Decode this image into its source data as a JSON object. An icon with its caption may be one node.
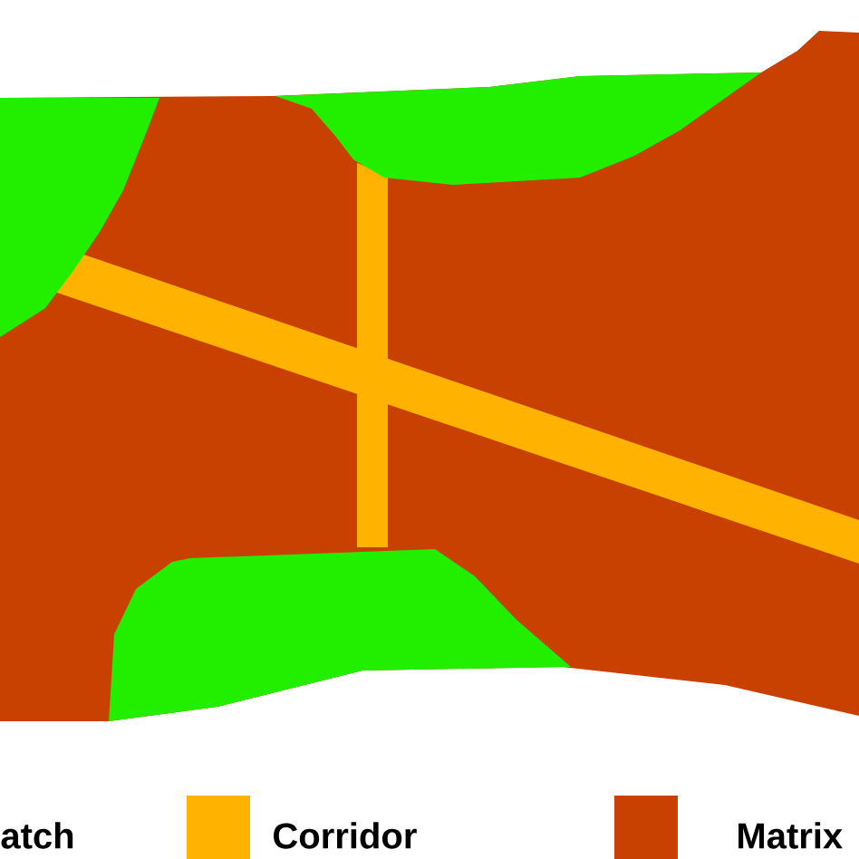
{
  "diagram": {
    "legend": [
      {
        "text": "atch"
      },
      {
        "text": "Corridor",
        "color": "#ffb300"
      },
      {
        "text": "Matrix",
        "color": "#c84100"
      }
    ]
  }
}
